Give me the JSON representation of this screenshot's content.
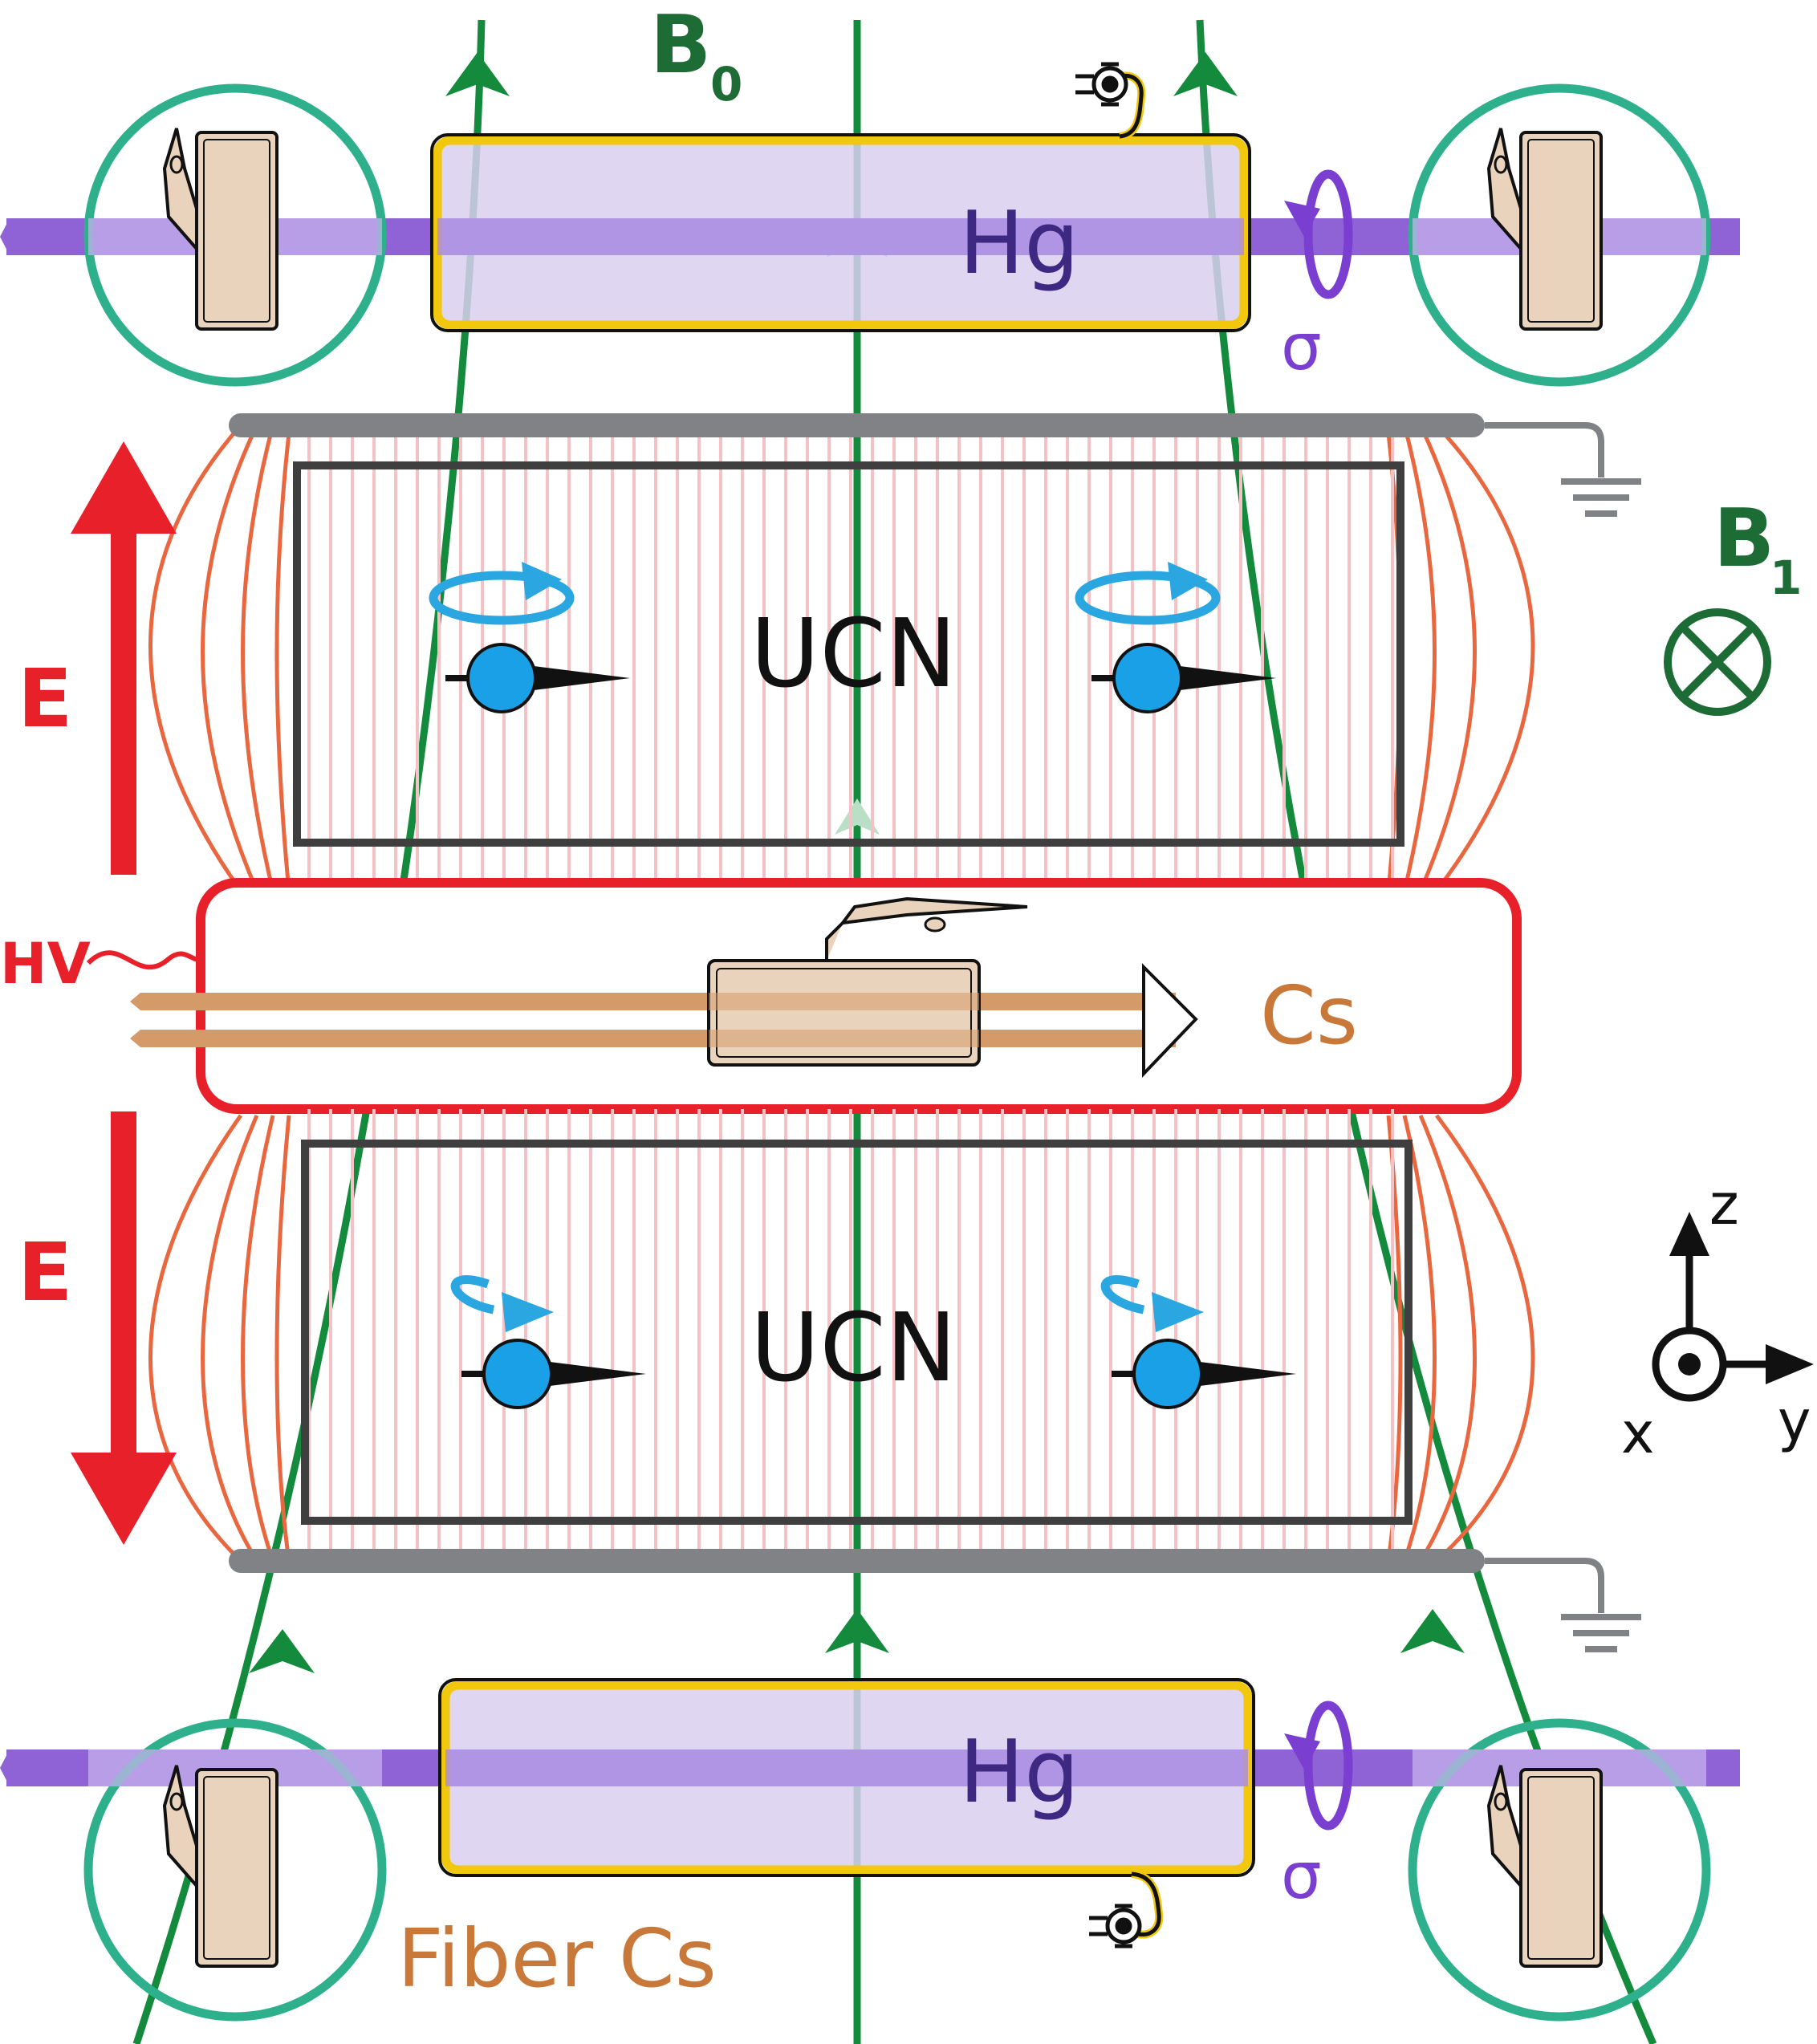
{
  "labels": {
    "b0_main": "B",
    "b0_sub": "0",
    "b1_main": "B",
    "b1_sub": "1",
    "hg_top": "Hg",
    "hg_bottom": "Hg",
    "sigma_top": "σ",
    "sigma_bottom": "σ",
    "ucn_top": "UCN",
    "ucn_bottom": "UCN",
    "e_top": "E",
    "e_bottom": "E",
    "hv": "HV",
    "cs": "Cs",
    "fiber_cs": "Fiber Cs",
    "axis_z": "z",
    "axis_x": "x",
    "axis_y": "y"
  },
  "colors": {
    "field_line_green": "#138a3c",
    "label_green": "#1d6b35",
    "hg_fill": "#d9cff0",
    "laser_purple": "#8f62d6",
    "hg_text": "#3d2882",
    "sigma_purple": "#7a3fd0",
    "hg_border": "#f2c80f",
    "sensor_circle": "#2fb08c",
    "electrode_gray": "#808285",
    "chamber_border": "#3f3f3f",
    "electric_red": "#e8202a",
    "field_orange": "#e9673f",
    "cs_orange": "#c8793a",
    "cs_beam": "#d49a68",
    "cell_fill": "#e9d3bd",
    "neutron_blue": "#1aa0e6",
    "precession_blue": "#2aa6e0"
  },
  "icons": {
    "sensor": "fiber-cs-sensor-icon",
    "pump": "pump-icon",
    "ground": "ground-icon",
    "b1_direction": "into-page-icon",
    "axis_out": "out-of-page-icon"
  }
}
